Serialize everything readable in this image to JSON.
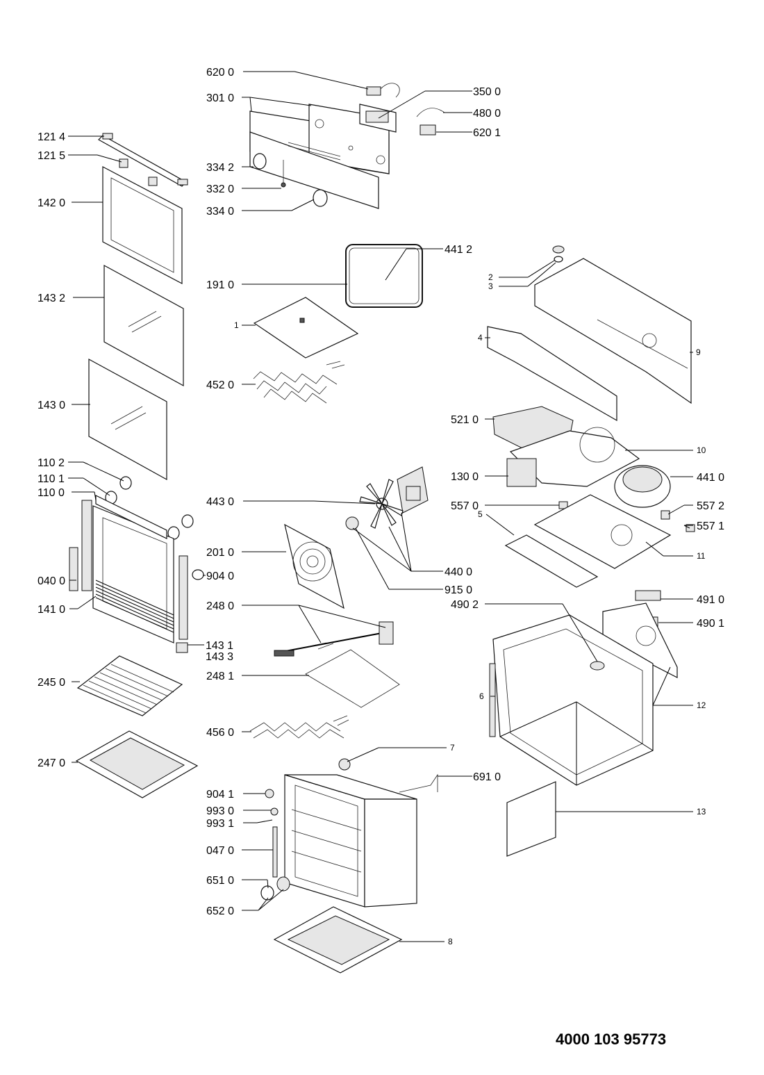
{
  "labels": {
    "l620_0": "620 0",
    "l301_0": "301 0",
    "l350_0": "350 0",
    "l480_0": "480 0",
    "l620_1": "620 1",
    "l121_4": "121 4",
    "l121_5": "121 5",
    "l334_2": "334 2",
    "l332_0": "332 0",
    "l334_0": "334 0",
    "l142_0": "142 0",
    "l441_2": "441 2",
    "l191_0": "191 0",
    "l2": "2",
    "l3": "3",
    "l143_2": "143 2",
    "l1": "1",
    "l4": "4",
    "l9": "9",
    "l452_0": "452 0",
    "l143_0": "143 0",
    "l521_0": "521 0",
    "l10": "10",
    "l110_2": "110 2",
    "l110_1": "110 1",
    "l110_0": "110 0",
    "l130_0": "130 0",
    "l441_0": "441 0",
    "l443_0": "443 0",
    "l557_0": "557 0",
    "l557_2": "557 2",
    "l557_1": "557 1",
    "l5": "5",
    "l11": "11",
    "l201_0": "201 0",
    "l904_0": "904 0",
    "l040_0": "040 0",
    "l440_0": "440 0",
    "l915_0": "915 0",
    "l141_0": "141 0",
    "l248_0": "248 0",
    "l491_0": "491 0",
    "l490_2": "490 2",
    "l490_1": "490 1",
    "l143_1": "143 1",
    "l143_3": "143 3",
    "l245_0": "245 0",
    "l248_1": "248 1",
    "l6": "6",
    "l12": "12",
    "l456_0": "456 0",
    "l7": "7",
    "l247_0": "247 0",
    "l691_0": "691 0",
    "l904_1": "904 1",
    "l993_0": "993 0",
    "l993_1": "993 1",
    "l13": "13",
    "l047_0": "047 0",
    "l651_0": "651 0",
    "l652_0": "652 0",
    "l8": "8"
  },
  "document_number": "4000 103 95773"
}
